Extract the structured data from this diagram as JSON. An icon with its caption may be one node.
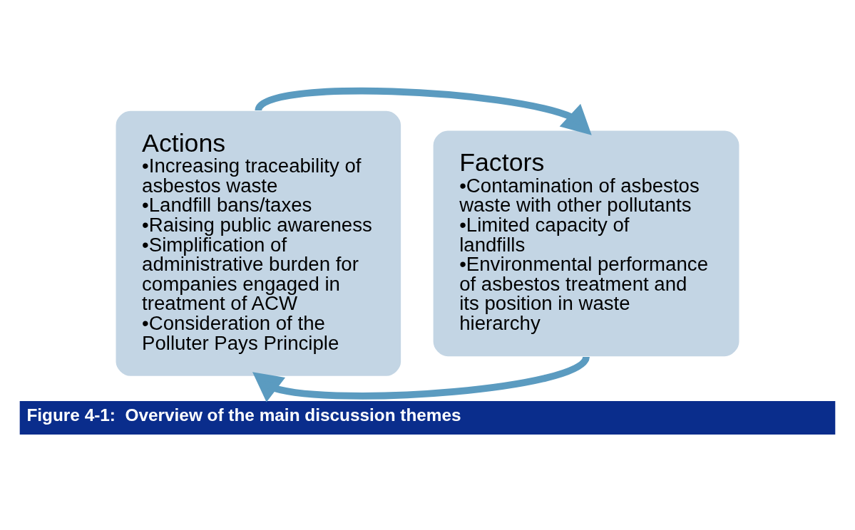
{
  "diagram": {
    "caption": "Figure 4-1:  Overview of the main discussion themes",
    "nodes": [
      {
        "text": [
          "Actions",
          "•Increasing traceability of asbestos waste",
          "•Landfill bans/taxes",
          "•Raising public awareness",
          "•Simplification of administrative burden for companies engaged in treatment of ACW",
          "•Consideration of the Polluter Pays Principle"
        ]
      },
      {
        "text": [
          "Factors",
          "•Contamination of asbestos waste with other pollutants",
          "•Limited capacity of landfills",
          "•Environmental performance of asbestos treatment and its position in waste hierarchy"
        ]
      }
    ],
    "edges": [
      {
        "from": 0,
        "to": 1,
        "arrow": "to"
      },
      {
        "from": 1,
        "to": 0,
        "arrow": "to"
      }
    ]
  }
}
